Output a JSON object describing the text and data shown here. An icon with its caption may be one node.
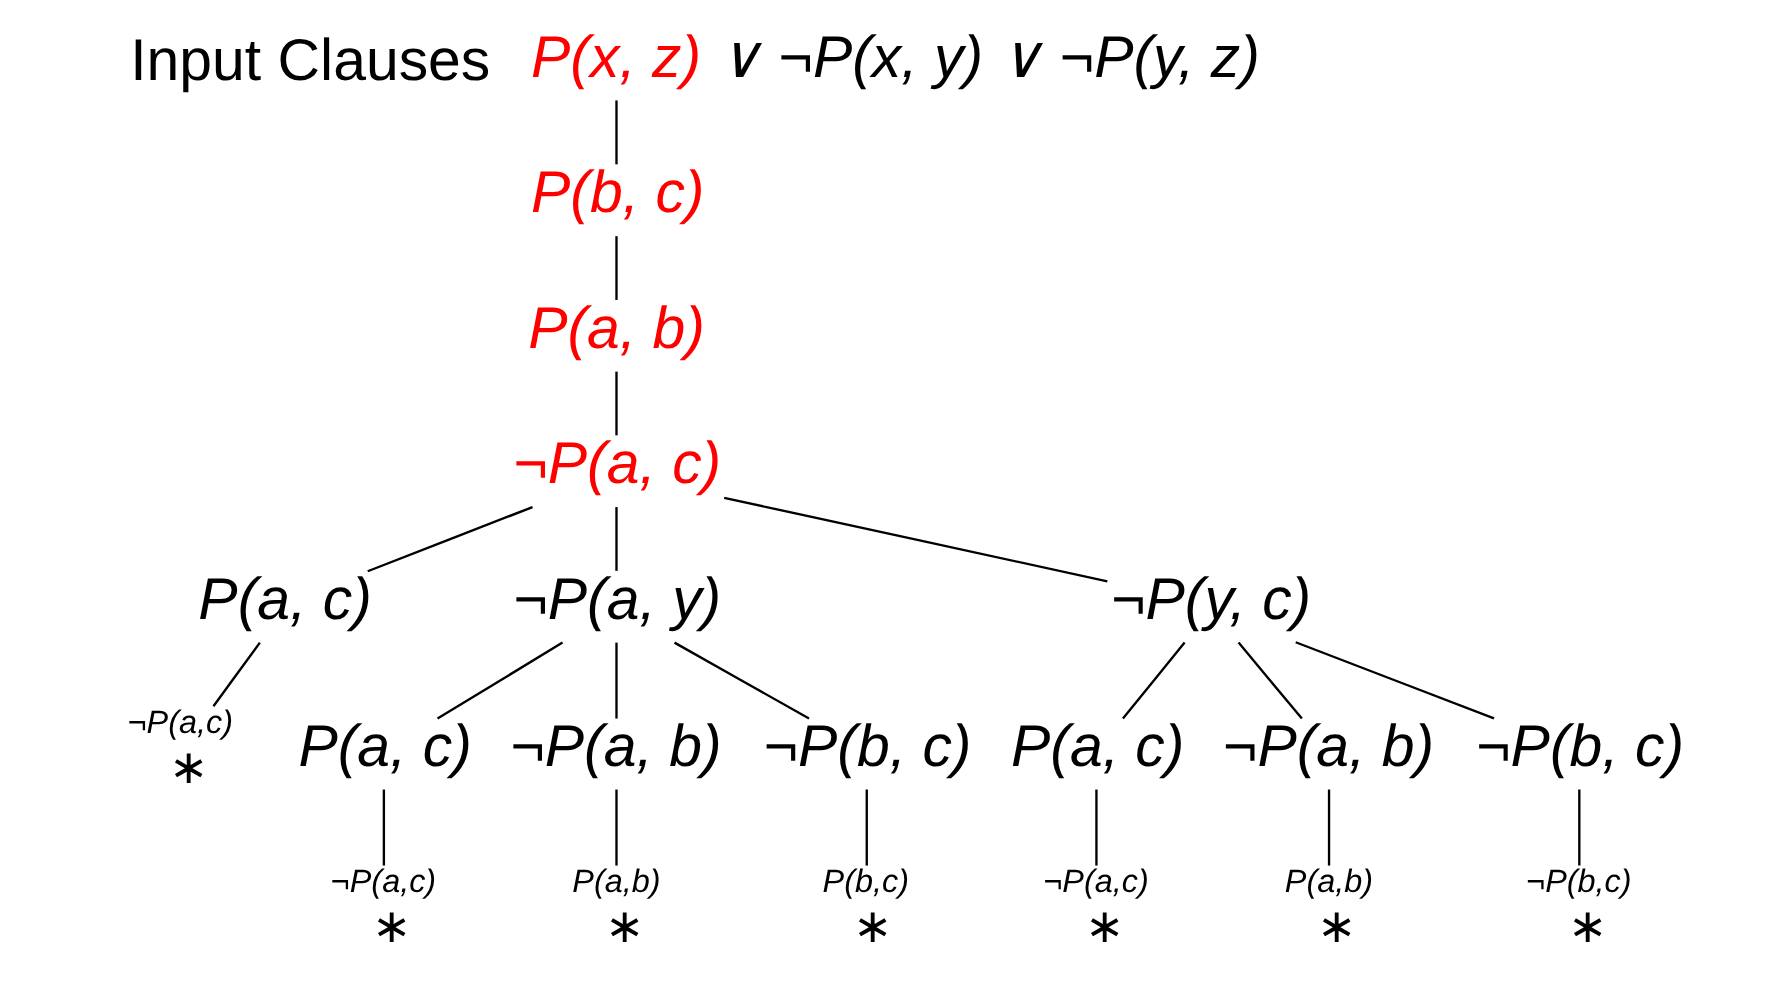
{
  "diagram": {
    "nodes": [
      {
        "text": [
          "P(x, z)"
        ],
        "beside": [
          "∨ ¬P(x, y) ∨ ¬P(y, z)"
        ]
      },
      {
        "text": [
          "P(b, c)"
        ]
      },
      {
        "text": [
          "P(a, b)"
        ]
      },
      {
        "text": [
          "¬P(a, c)"
        ]
      },
      {
        "text": [
          "P(a, c)"
        ]
      },
      {
        "text": [
          "¬P(a, y)"
        ]
      },
      {
        "text": [
          "¬P(y, c)"
        ]
      },
      {
        "text": [
          "¬P(a,c)",
          "∗"
        ]
      },
      {
        "text": [
          "P(a, c)"
        ]
      },
      {
        "text": [
          "¬P(a, b)"
        ]
      },
      {
        "text": [
          "¬P(b, c)"
        ]
      },
      {
        "text": [
          "P(a, c)"
        ]
      },
      {
        "text": [
          "¬P(a, b)"
        ]
      },
      {
        "text": [
          "¬P(b, c)"
        ]
      },
      {
        "text": [
          "¬P(a,c)",
          "∗"
        ]
      },
      {
        "text": [
          "P(a,b)",
          "∗"
        ]
      },
      {
        "text": [
          "P(b,c)",
          "∗"
        ]
      },
      {
        "text": [
          "¬P(a,c)",
          "∗"
        ]
      },
      {
        "text": [
          "P(a,b)",
          "∗"
        ]
      },
      {
        "text": [
          "¬P(b,c)",
          "∗"
        ]
      }
    ],
    "edges": [
      {
        "from": 0,
        "to": 1,
        "arrow": "none"
      },
      {
        "from": 1,
        "to": 2,
        "arrow": "none"
      },
      {
        "from": 2,
        "to": 3,
        "arrow": "none"
      },
      {
        "from": 3,
        "to": 4,
        "arrow": "none"
      },
      {
        "from": 3,
        "to": 5,
        "arrow": "none"
      },
      {
        "from": 3,
        "to": 6,
        "arrow": "none"
      },
      {
        "from": 4,
        "to": 7,
        "arrow": "none"
      },
      {
        "from": 5,
        "to": 8,
        "arrow": "none"
      },
      {
        "from": 5,
        "to": 9,
        "arrow": "none"
      },
      {
        "from": 5,
        "to": 10,
        "arrow": "none"
      },
      {
        "from": 6,
        "to": 11,
        "arrow": "none"
      },
      {
        "from": 6,
        "to": 12,
        "arrow": "none"
      },
      {
        "from": 6,
        "to": 13,
        "arrow": "none"
      },
      {
        "from": 8,
        "to": 14,
        "arrow": "none"
      },
      {
        "from": 9,
        "to": 15,
        "arrow": "none"
      },
      {
        "from": 10,
        "to": 16,
        "arrow": "none"
      },
      {
        "from": 11,
        "to": 17,
        "arrow": "none"
      },
      {
        "from": 12,
        "to": 18,
        "arrow": "none"
      },
      {
        "from": 13,
        "to": 19,
        "arrow": "none"
      }
    ],
    "labels": [
      "Input Clauses"
    ]
  }
}
